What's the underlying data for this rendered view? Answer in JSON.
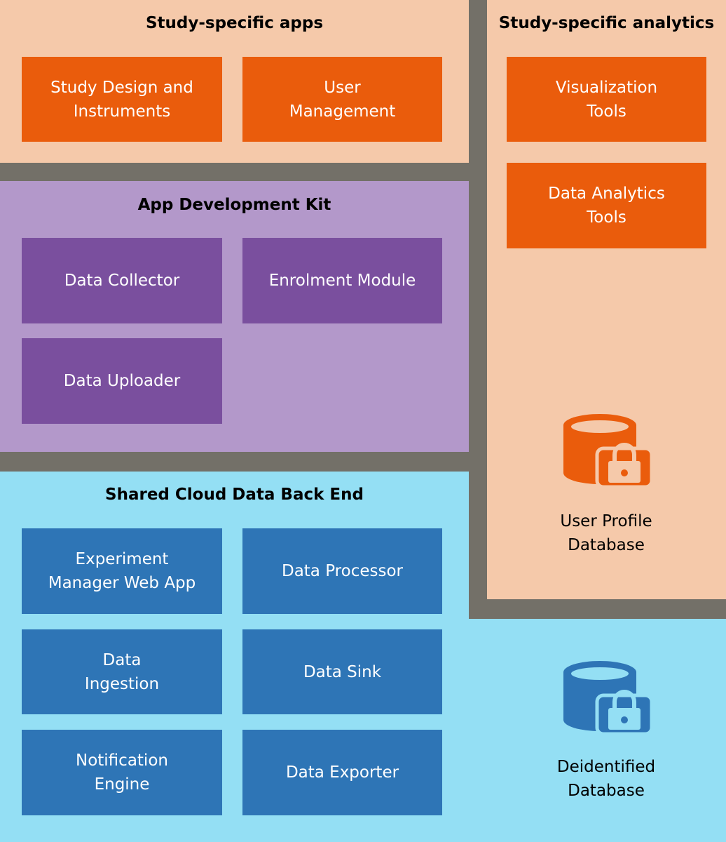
{
  "colors": {
    "separator": "#737068",
    "apps_panel": "#f5c9aa",
    "adk_panel": "#b398ca",
    "backend_panel": "#94dff4",
    "orange_box": "#ea5c0c",
    "purple_box": "#7a4f9e",
    "blue_box": "#2e75b6"
  },
  "study_apps": {
    "title": "Study-specific apps",
    "boxes": [
      "Study Design and\nInstruments",
      "User\nManagement"
    ]
  },
  "study_analytics": {
    "title": "Study-specific analytics",
    "boxes": [
      "Visualization\nTools",
      "Data Analytics\nTools"
    ],
    "database": {
      "icon": "locked-database-icon",
      "label": "User Profile\nDatabase"
    }
  },
  "adk": {
    "title": "App Development Kit",
    "boxes": [
      "Data Collector",
      "Enrolment Module",
      "Data Uploader"
    ]
  },
  "backend": {
    "title": "Shared Cloud Data Back End",
    "boxes": [
      "Experiment\nManager Web App",
      "Data Processor",
      "Data\nIngestion",
      "Data Sink",
      "Notification\nEngine",
      "Data Exporter"
    ],
    "database": {
      "icon": "locked-database-icon",
      "label": "Deidentified\nDatabase"
    }
  }
}
